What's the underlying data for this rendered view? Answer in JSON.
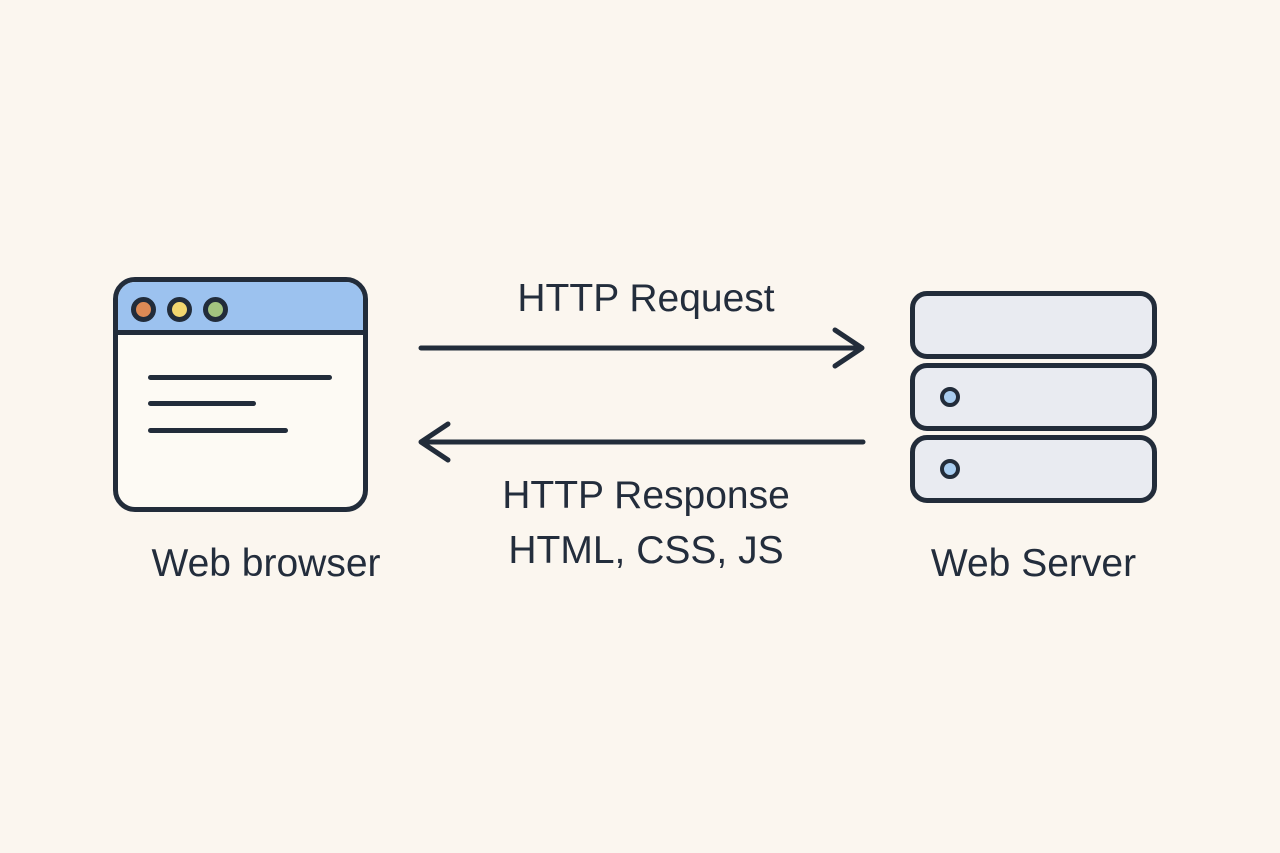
{
  "colors": {
    "background": "#fbf6ef",
    "outline": "#222c3a",
    "text": "#232d3c",
    "browser_titlebar": "#9cc2ef",
    "browser_body": "#fdfaf4",
    "dot_red": "#dd8a55",
    "dot_yellow": "#f2d66f",
    "dot_green": "#a3c47f",
    "server_fill": "#e9ebf1",
    "server_led": "#a9cdf0"
  },
  "nodes": {
    "browser": {
      "label": "Web browser",
      "icon": "browser-window-icon"
    },
    "server": {
      "label": "Web Server",
      "icon": "server-stack-icon"
    }
  },
  "arrows": {
    "request": {
      "label": "HTTP Request",
      "direction": "left-to-right"
    },
    "response": {
      "label": "HTTP Response",
      "sublabel": "HTML, CSS, JS",
      "direction": "right-to-left"
    }
  }
}
